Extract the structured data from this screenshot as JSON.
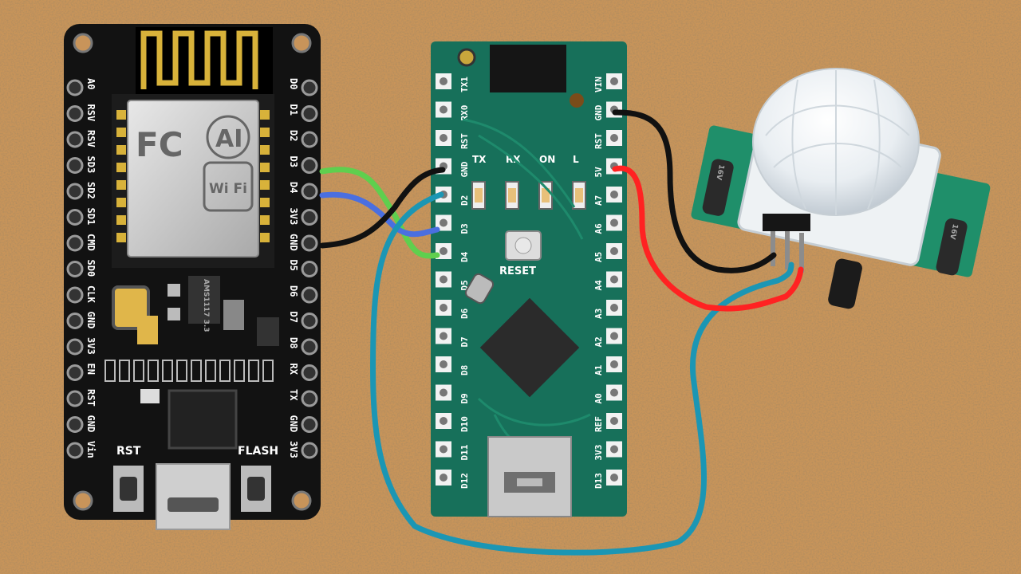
{
  "colors": {
    "cork": "#c8945a",
    "cork_dark": "#9c6a36",
    "cork_light": "#e0b47c",
    "esp_board": "#121212",
    "nano_board": "#17705a",
    "pir_board": "#1f8f6a",
    "wire_green": "#5fcf4e",
    "wire_blue": "#4a6fe0",
    "wire_black": "#111111",
    "wire_red": "#ff2222",
    "wire_cyan": "#1b96b4"
  },
  "nodemcu": {
    "left_pins": [
      "A0",
      "RSV",
      "RSV",
      "SD3",
      "SD2",
      "SD1",
      "CMD",
      "SD0",
      "CLK",
      "GND",
      "3V3",
      "EN",
      "RST",
      "GND",
      "Vin"
    ],
    "right_pins": [
      "D0",
      "D1",
      "D2",
      "D3",
      "D4",
      "3V3",
      "GND",
      "D5",
      "D6",
      "D7",
      "D8",
      "RX",
      "TX",
      "GND",
      "3V3"
    ],
    "rst_label": "RST",
    "flash_label": "FLASH",
    "module_text_fc": "FC",
    "module_text_brand": "AI",
    "module_text_wifi": "Wi Fi",
    "regulator_text": "AMS1117 3.3"
  },
  "nano": {
    "left_pins": [
      "TX1",
      "RX0",
      "RST",
      "GND",
      "D2",
      "D3",
      "D4",
      "D5",
      "D6",
      "D7",
      "D8",
      "D9",
      "D10",
      "D11",
      "D12"
    ],
    "right_pins": [
      "VIN",
      "GND",
      "RST",
      "5V",
      "A7",
      "A6",
      "A5",
      "A4",
      "A3",
      "A2",
      "A1",
      "A0",
      "REF",
      "3V3",
      "D13"
    ],
    "led_labels": [
      "TX",
      "RX",
      "ON",
      "L"
    ],
    "reset_label": "RESET"
  },
  "pir": {
    "cap_labels": [
      "16V",
      "16V"
    ]
  }
}
